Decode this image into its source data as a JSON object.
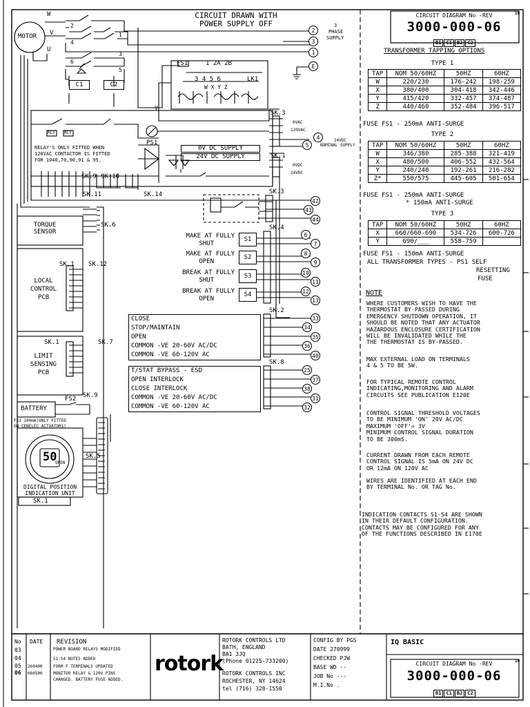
{
  "header": {
    "title_line1": "CIRCUIT DRAWN WITH",
    "title_line2": "POWER SUPPLY OFF",
    "three_phase": "3",
    "phase": "PHASE",
    "supply": "SUPPLY"
  },
  "title_block_top": {
    "caption": "CIRCUIT DIAGRAM No -REV",
    "number": "3000-000-06",
    "rev": "10",
    "sheets": [
      "B1",
      "C1",
      "B2",
      "C2"
    ]
  },
  "tapping": {
    "heading": "TRANSFORMER TAPPING OPTIONS",
    "type1": {
      "title": "TYPE 1",
      "header": [
        "TAP",
        "NOM 50/60HZ",
        "50HZ",
        "60HZ"
      ],
      "rows": [
        [
          "W",
          "220/230",
          "176-242",
          "198-259"
        ],
        [
          "X",
          "380/400",
          "304-418",
          "342-446"
        ],
        [
          "Y",
          "415/420",
          "332-457",
          "374-487"
        ],
        [
          "Z",
          "440/460",
          "352-484",
          "396-517"
        ]
      ],
      "fuse": "FUSE FS1 - 250mA ANTI-SURGE"
    },
    "type2": {
      "title": "TYPE 2",
      "header": [
        "TAP",
        "NOM 50/60HZ",
        "50HZ",
        "60HZ"
      ],
      "rows": [
        [
          "W",
          "346/380",
          "285-388",
          "321-419"
        ],
        [
          "X",
          "480/500",
          "406-552",
          "432-564"
        ],
        [
          "Y",
          "240/240",
          "192-261",
          "216-282"
        ],
        [
          "Z*",
          "550/575",
          "445-605",
          "501-654"
        ]
      ],
      "fuse1": "FUSE FS1 - 250mA ANTI-SURGE",
      "fuse2": "* 150mA ANTI-SURGE"
    },
    "type3": {
      "title": "TYPE 3",
      "header": [
        "TAP",
        "NOM 50/60HZ",
        "50HZ",
        "60HZ"
      ],
      "rows": [
        [
          "X",
          "660/660-690",
          "534-726",
          "600-726"
        ],
        [
          "Y",
          "690/___",
          "558-759",
          ""
        ]
      ],
      "fuse": "FUSE FS1 - 150mA ANTI-SURGE",
      "ps1_1": "ALL TRANSFORMER TYPES - PS1 SELF",
      "ps1_2": "RESETTING",
      "ps1_3": "FUSE"
    }
  },
  "notes": {
    "heading": "NOTE",
    "n1": "WHERE CUSTOMERS WISH TO HAVE THE\nTHERMOSTAT BY-PASSED DURING\nEMERGENCY SHUTDOWN OPERATION, IT\nSHOULD BE NOTED THAT ANY ACTUATOR\nHAZARDOUS ENCLOSURE CERTIFICATION\nWILL BE INVALIDATED WHILE THE\nTHE THERMOSTAT IS BY-PASSED.",
    "n2": "MAX EXTERNAL LOAD ON TERMINALS\n4 & 5 TO BE 5W.",
    "n3": "FOR TYPICAL REMOTE CONTROL\nINDICATING,MONITORING AND ALARM\nCIRCUITS SEE PUBLICATION E120E",
    "n4": "CONTROL SIGNAL THRESHOLD VOLTAGES\nTO BE MINIMUM 'ON' 20V AC/DC\nMAXIMUM 'OFF'= 3V\nMINIMUM CONTROL SIGNAL DURATION\nTO BE 300mS.",
    "n5": "CURRENT DRAWN FROM EACH REMOTE\nCONTROL SIGNAL IS 5mA ON 24V DC\nOR 12mA ON 120V AC",
    "n6": "WIRES ARE IDENTIFIED AT EACH END\nBY TERMINAL No. OR TAG No.",
    "n7": "INDICATION CONTACTS S1-S4 ARE SHOWN\nIN THEIR DEFAULT CONFIGURATION.\nCONTACTS MAY BE CONFIGURED FOR ANY\nOF THE FUNCTIONS DESCRIBED IN E170E"
  },
  "circuit": {
    "motor": "MOTOR",
    "w": "W",
    "v": "V",
    "u": "U",
    "n2": "2",
    "n4": "4",
    "n6": "6",
    "n1": "1",
    "n3": "3",
    "n5": "5",
    "c1": "C1",
    "c2": "C2",
    "fs1": "FS1",
    "tb_top": "1   2A  2B",
    "tb_mid": "3  4  5  6",
    "lk1": "LK1",
    "wxyz": "W  X  Y  Z",
    "v_lbl": "V",
    "ps1": "PS1",
    "rly1": "RLY",
    "rly2": "RLY",
    "relay_note1": "RELAY'S ONLY FITTED WHEN",
    "relay_note2": "120VAC CONTACTOR IS FITTED",
    "relay_note3": "FOR 1040,70,90,91 & 95.",
    "sk3a": "SK.3",
    "ovac": "0VAC",
    "v120": "120VAC",
    "dc0": "0V DC SUPPLY",
    "dc24": "24V DC SUPPLY",
    "sk1a": "SK.1",
    "ovdc": "0VDC",
    "v24dc": "24VDC",
    "nominal": "24VDC",
    "nominal2": "NOMINAL SUPPLY",
    "sk9": "SK.9",
    "sk10": "SK.10",
    "sk11": "SK.11",
    "sk14": "SK.14",
    "sk3b": "SK.3",
    "sk4": "SK.4",
    "sk2": "SK.2",
    "sk8": "SK.8",
    "sk6": "SK.6",
    "sk1b": "SK.1",
    "sk12": "SK.12",
    "sk1c": "SK.1",
    "sk7": "SK.7",
    "sk9b": "SK.9",
    "sk5": "SK.5",
    "sk1d": "SK.1",
    "torque1": "TORQUE",
    "torque2": "SENSOR",
    "local1": "LOCAL",
    "local2": "CONTROL",
    "local3": "PCB",
    "limit1": "LIMIT",
    "limit2": "SENSING",
    "limit3": "PCB",
    "battery": "BATTERY",
    "fs2": "FS2",
    "fs2note1": "FS2 100mA(ONLY FITTED",
    "fs2note2": "ON CENELEC ACTUATORS)",
    "dpiu1": "DIGITAL POSITION",
    "dpiu2": "INDICATION UNIT",
    "display": "50",
    "open_lbl": "OPEN",
    "s1a": "MAKE AT FULLY",
    "s1b": "SHUT",
    "s2a": "MAKE AT FULLY",
    "s2b": "OPEN",
    "s3a": "BREAK AT FULLY",
    "s3b": "SHUT",
    "s4a": "BREAK AT FULLY",
    "s4b": "OPEN",
    "s1": "S1",
    "s2": "S2",
    "s3": "S3",
    "s4": "S4",
    "ctrl_a": [
      "CLOSE",
      "STOP/MAINTAIN",
      "OPEN",
      "COMMON -VE 20-60V AC/DC",
      "COMMON -VE 60-120V AC"
    ],
    "ctrl_b": [
      "T/STAT BYPASS - ESD",
      "OPEN INTERLOCK",
      "CLOSE INTERLOCK",
      "COMMON -VE 20-60V AC/DC",
      "COMMON -VE 60-120V AC"
    ],
    "terminals": [
      "2",
      "3",
      "1",
      "E",
      "4",
      "5",
      "42",
      "43",
      "44",
      "6",
      "7",
      "8",
      "9",
      "10",
      "11",
      "12",
      "13",
      "33",
      "34",
      "35",
      "36",
      "40",
      "25",
      "37",
      "38",
      "31",
      "32"
    ]
  },
  "revisions": {
    "header": [
      "No",
      "DATE",
      "REVISION"
    ],
    "rows": [
      [
        "03",
        "",
        "POWER BOARD RELAYS MODIFIED"
      ],
      [
        "04",
        "",
        "S1-S4 NOTES ADDED"
      ],
      [
        "05",
        "260400",
        "FORM F TERMINALS UPDATED"
      ],
      [
        "06",
        "060500",
        "MONITOR RELAY & 120V PINS"
      ],
      [
        "",
        "",
        "CHANGED. BATTERY FUSE ADDED."
      ]
    ]
  },
  "company": {
    "logo": "rotork",
    "l1": "ROTORK CONTROLS LTD",
    "l2": "BATH, ENGLAND",
    "l3": "BA1 3JQ",
    "l4": "(Phone 01225-733200)",
    "l5": "ROTORK CONTROLS INC",
    "l6": "ROCHESTER, NY 14624",
    "l7": "tel (716) 328-1550"
  },
  "config": {
    "l1": "CONFIG BY  PGS",
    "l2": "DATE   270999",
    "l3": "CHECKED   PJW",
    "l4": "BASE WD --",
    "l5": "JOB No ---",
    "l6": "M.I.No  ."
  },
  "title_block_bottom": {
    "product": "IQ BASIC",
    "caption": "CIRCUIT DIAGRAM No -REV",
    "number": "3000-000-06",
    "rev": "10",
    "sheets": [
      "B1",
      "C1",
      "B2",
      "C2"
    ]
  }
}
